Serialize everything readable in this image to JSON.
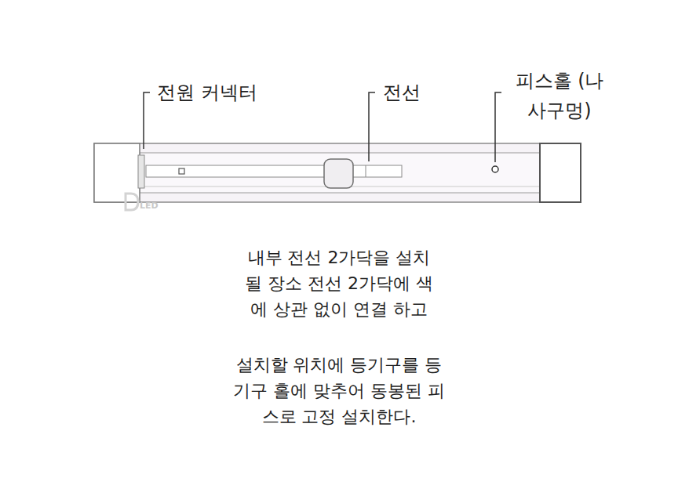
{
  "diagram": {
    "labels": [
      "전원 커넥터",
      "전선",
      "피스홀 (나사구멍)",
      "LED",
      "내부 전선 2가닥을 설치될 장소 전선 2가닥에 색에 상관 없이 연결 하고",
      "설치할 위치에 등기구를 등기구 홀에 맞추어 동봉된 피스로 고정 설치한다."
    ]
  }
}
